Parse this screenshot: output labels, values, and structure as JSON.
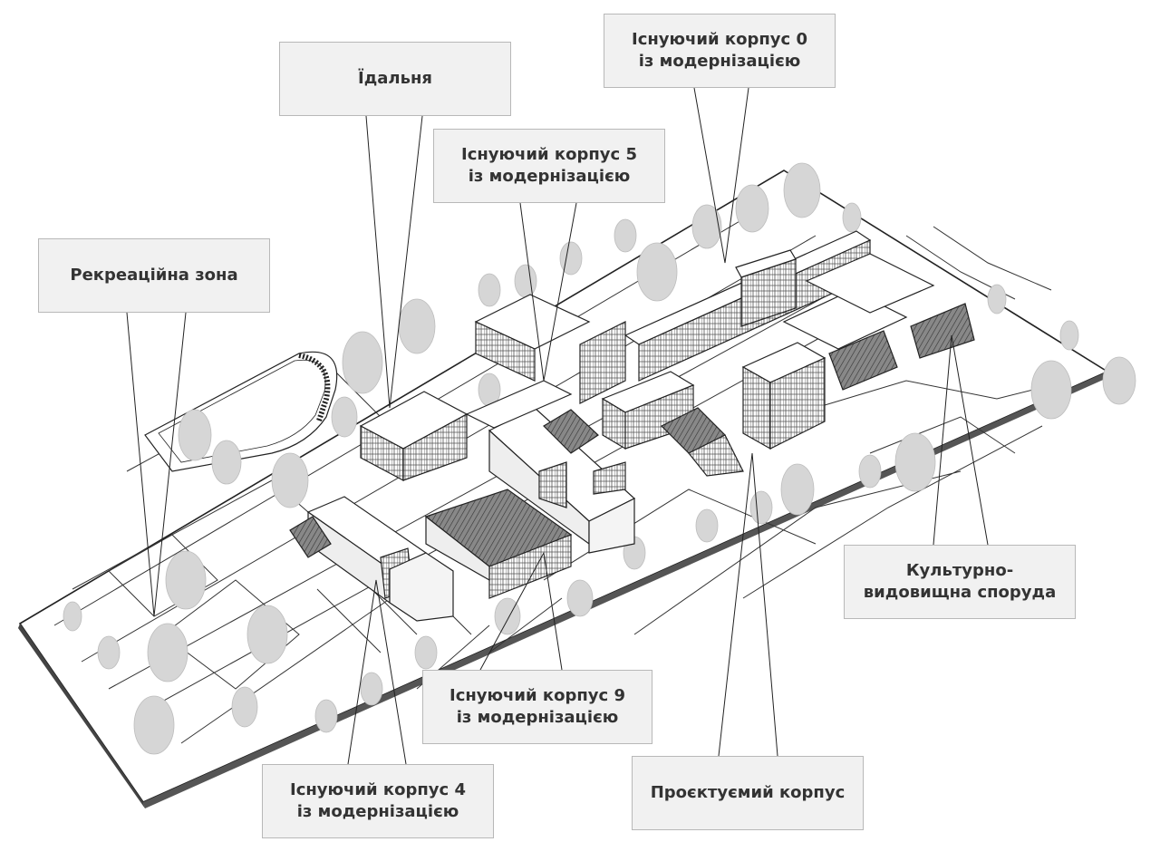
{
  "labels": {
    "dining": "Їдальня",
    "building0": "Існуючий корпус 0\nіз модернізацією",
    "building5": "Існуючий корпус 5\nіз модернізацією",
    "recreation": "Рекреаційна зона",
    "cultural": "Культурно-\nвидовищна споруда",
    "building9": "Існуючий корпус 9\nіз модернізацією",
    "projected": "Проєктуємий корпус",
    "building4": "Існуючий корпус 4\nіз модернізацією"
  },
  "colors": {
    "label_bg": "#f1f1f1",
    "label_border": "#b8b8b8",
    "text": "#333333",
    "tree": "#d6d6d6",
    "line": "#222222",
    "glass": "#555555"
  }
}
